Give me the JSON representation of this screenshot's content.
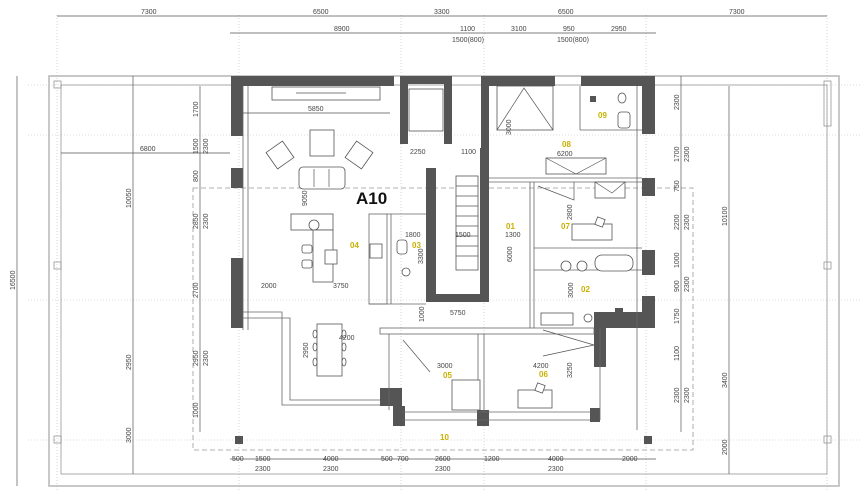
{
  "plan": {
    "title": "A10",
    "colors": {
      "wall": "#555555",
      "room_label": "#c9b000",
      "dimension_text": "#444444",
      "outline": "#bbbbbb"
    }
  },
  "rooms": [
    {
      "id": "01",
      "label": "01"
    },
    {
      "id": "02",
      "label": "02"
    },
    {
      "id": "03",
      "label": "03"
    },
    {
      "id": "04",
      "label": "04"
    },
    {
      "id": "05",
      "label": "05"
    },
    {
      "id": "06",
      "label": "06"
    },
    {
      "id": "07",
      "label": "07"
    },
    {
      "id": "08",
      "label": "08"
    },
    {
      "id": "09",
      "label": "09"
    },
    {
      "id": "10",
      "label": "10"
    }
  ],
  "dimensions": {
    "top_row1": [
      "7300",
      "6500",
      "3300",
      "6500",
      "7300"
    ],
    "top_row2": [
      "8900",
      "1100",
      "3100",
      "950",
      "2950"
    ],
    "top_row2_sub": [
      "1500(800)",
      "1500(800)"
    ],
    "bottom_row1": [
      "500",
      "1500",
      "4000",
      "500",
      "700",
      "2600",
      "1200",
      "4000",
      "2000"
    ],
    "bottom_row2": [
      "2300",
      "2300",
      "2300",
      "2300"
    ],
    "left_outer": "16500",
    "left_mid": [
      "10050",
      "2950",
      "3000"
    ],
    "left_inner": [
      "1700",
      "1500",
      "800",
      "2850",
      "2700",
      "2950",
      "1000"
    ],
    "left_inner_sub": [
      "2300",
      "2300",
      "2300"
    ],
    "right_inner": [
      "2300",
      "1700",
      "750",
      "2200",
      "1000",
      "900",
      "1750",
      "1100",
      "2300"
    ],
    "right_inner_sub": [
      "2300",
      "2300",
      "2300",
      "2300"
    ],
    "right_mid": [
      "10100",
      "3400",
      "2000"
    ],
    "interior": {
      "living_width": "5850",
      "terrace_left": "6800",
      "hall_2250": "2250",
      "hall_1100": "1100",
      "living_depth": "9050",
      "kitchen_2000": "2000",
      "kitchen_3750": "3750",
      "bath03_width": "1800",
      "bath03_depth": "3300",
      "stair": "1500",
      "corridor01_width": "1300",
      "corridor01_length": "6000",
      "corridor08": "6200",
      "closet08": "3000",
      "room07": "2800",
      "bath02": "3000",
      "hall_5750": "5750",
      "hall_1000": "1000",
      "dining_4200": "4200",
      "dining_2950": "2950",
      "room05": "3000",
      "room06_w": "4200",
      "room06_d": "3250"
    }
  }
}
